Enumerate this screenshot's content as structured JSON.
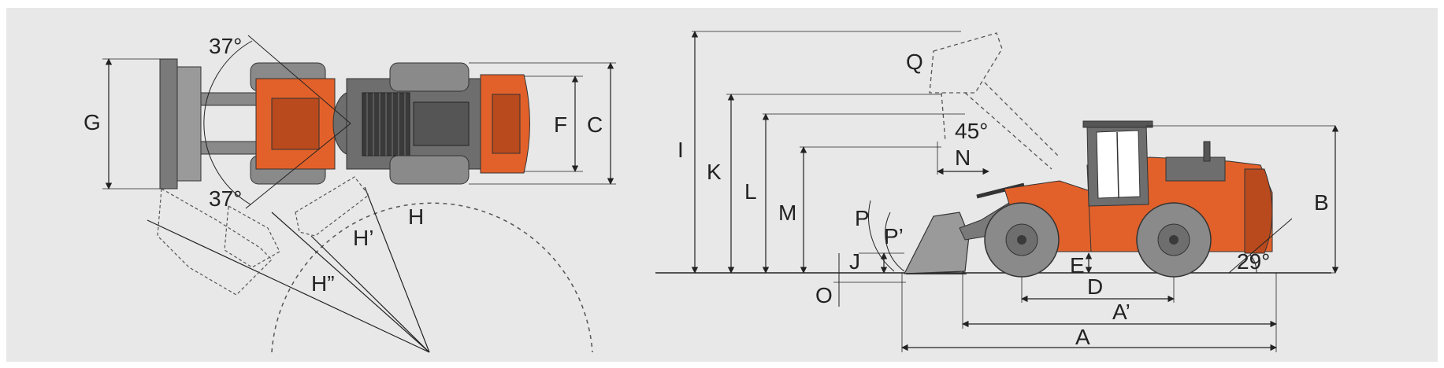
{
  "colors": {
    "background": "#e8e8e8",
    "machine_orange": "#e2612a",
    "machine_grey": "#6e6e6e",
    "tire_grey": "#8a8a8a",
    "dark_grey": "#3a3a3a",
    "line": "#222222"
  },
  "top_view": {
    "angle_top": "37°",
    "angle_bottom": "37°",
    "labels": {
      "G": "G",
      "F": "F",
      "C": "C",
      "H": "H",
      "H1": "H’",
      "H2": "H”"
    }
  },
  "side_view": {
    "angle_bucket": "45°",
    "angle_rear": "29°",
    "labels": {
      "A": "A",
      "A1": "A’",
      "B": "B",
      "D": "D",
      "E": "E",
      "I": "I",
      "J": "J",
      "K": "K",
      "L": "L",
      "M": "M",
      "N": "N",
      "O": "O",
      "P": "P",
      "P1": "P’",
      "Q": "Q"
    }
  }
}
